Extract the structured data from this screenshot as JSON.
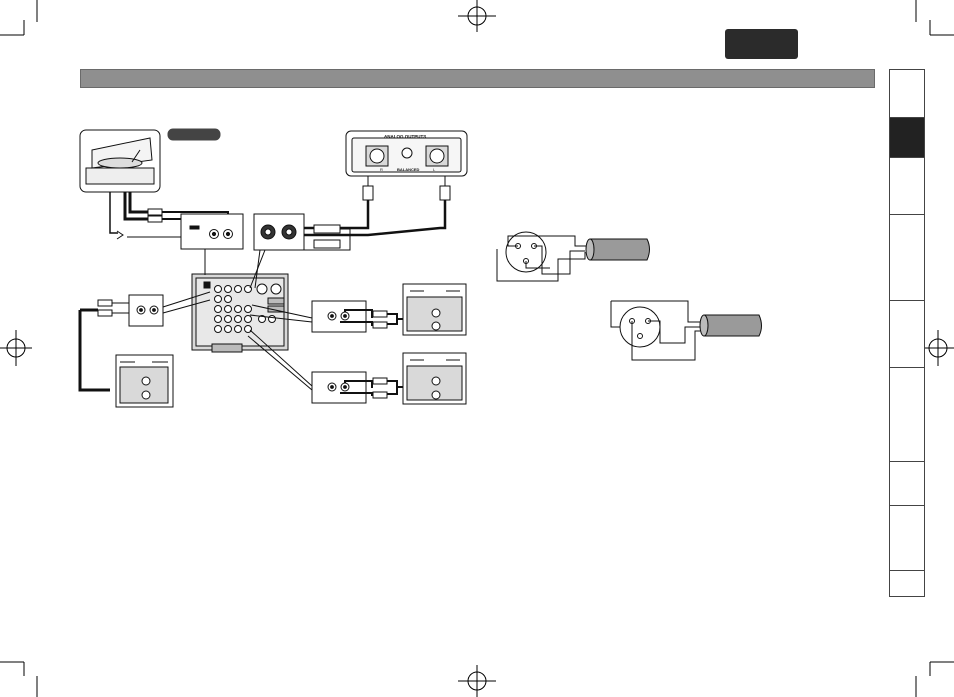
{
  "header": {
    "language_badge": ""
  },
  "diagram": {
    "analog_outputs_label": "ANALOG OUTPUTS",
    "balanced_label": "BALANCED",
    "channel_right": "R",
    "channel_left": "L"
  },
  "side_tabs": [
    {
      "active": false
    },
    {
      "active": true
    },
    {
      "active": false
    },
    {
      "active": false
    },
    {
      "active": false
    },
    {
      "active": false
    },
    {
      "active": false
    },
    {
      "active": false
    },
    {
      "active": false
    }
  ],
  "colors": {
    "bar": "#8f8f8f",
    "active_tab": "#222222",
    "badge": "#2b2b2b",
    "cable_fill": "#9a9a9a",
    "device_panel": "#d9d9d9"
  }
}
